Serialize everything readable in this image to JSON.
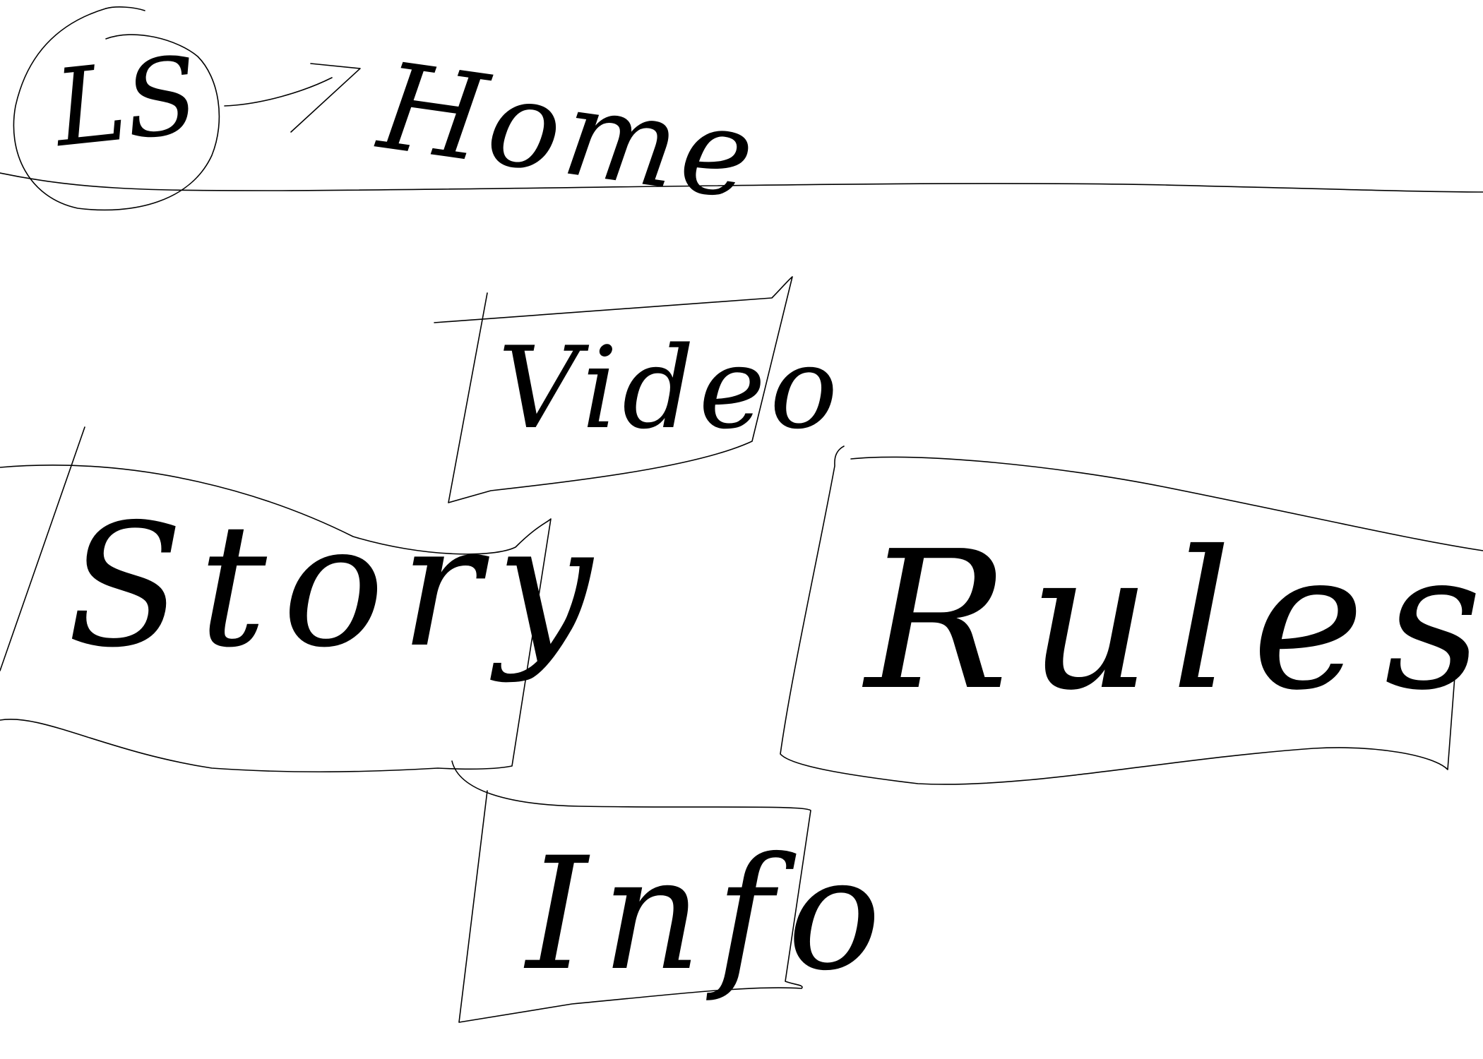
{
  "header": {
    "logo_text": "LS",
    "home_label": "Home"
  },
  "buttons": {
    "video": "Video",
    "story": "Story",
    "rules": "Rules",
    "info": "Info"
  },
  "colors": {
    "ink": "#000000",
    "background": "#ffffff"
  }
}
